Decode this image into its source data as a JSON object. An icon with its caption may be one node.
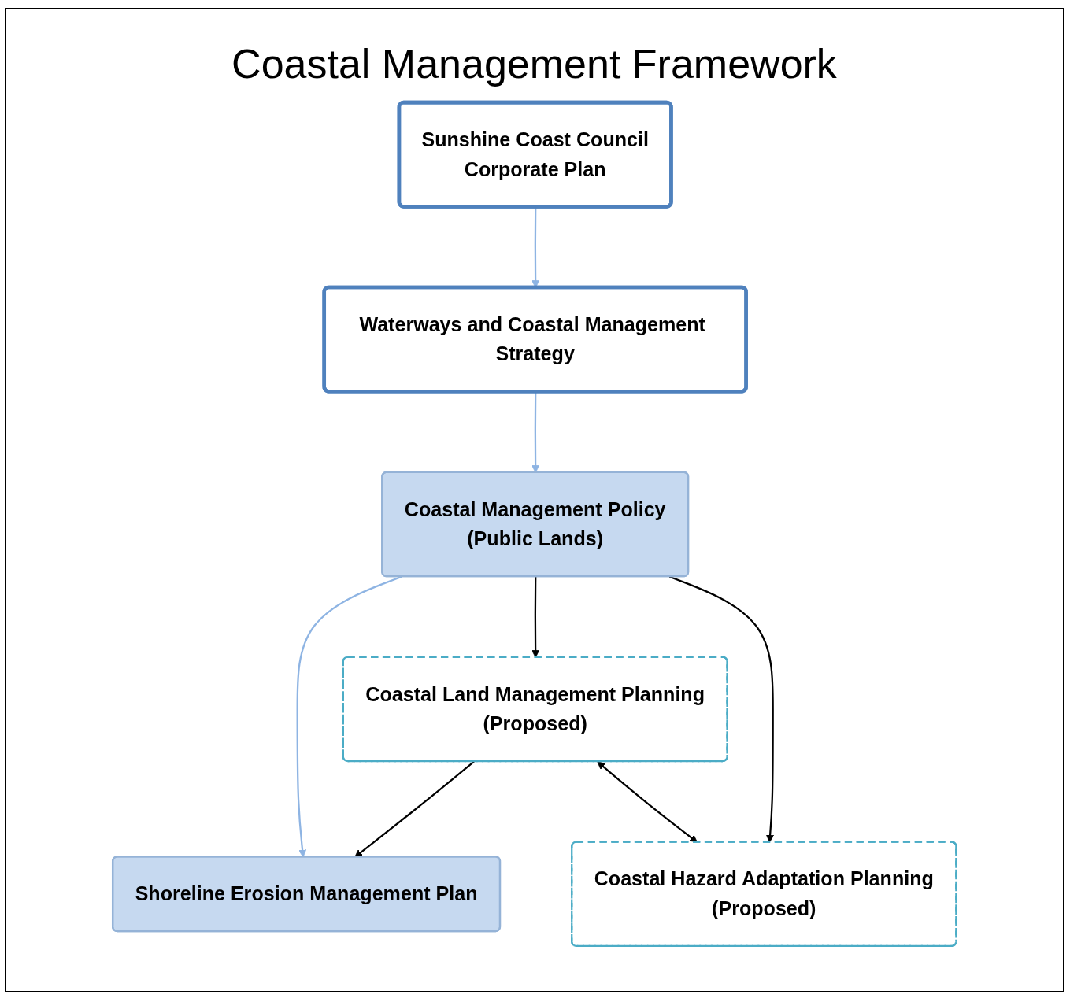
{
  "diagram": {
    "title": "Coastal Management Framework",
    "nodes": [
      {
        "text": [
          "Sunshine Coast Council",
          "Corporate Plan"
        ]
      },
      {
        "text": [
          "Waterways and Coastal Management Strategy"
        ]
      },
      {
        "text": [
          "Coastal Management Policy",
          "(Public Lands)"
        ]
      },
      {
        "text": [
          "Shoreline Erosion Management Plan"
        ]
      },
      {
        "text": [
          "Coastal Land Management Planning",
          "(Proposed)"
        ]
      },
      {
        "text": [
          "Coastal Hazard Adaptation Planning",
          "(Proposed)"
        ]
      }
    ],
    "edges": [
      {
        "from": 0,
        "to": 1,
        "arrow": "to",
        "color": "#8eb4e3"
      },
      {
        "from": 1,
        "to": 2,
        "arrow": "to",
        "color": "#8eb4e3"
      },
      {
        "from": 2,
        "to": 3,
        "arrow": "to",
        "color": "#8eb4e3"
      },
      {
        "from": 2,
        "to": 4,
        "arrow": "to"
      },
      {
        "from": 2,
        "to": 5,
        "arrow": "to"
      },
      {
        "from": 4,
        "to": 3,
        "arrow": "to"
      },
      {
        "from": 4,
        "to": 5,
        "arrow": "both"
      }
    ]
  }
}
